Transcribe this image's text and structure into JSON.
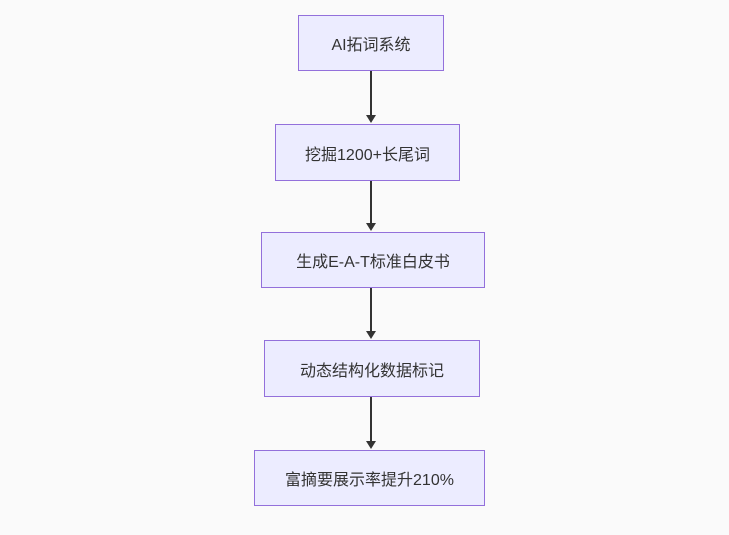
{
  "flowchart": {
    "type": "vertical-flow",
    "nodes": [
      {
        "id": "A",
        "label": "AI拓词系统"
      },
      {
        "id": "B",
        "label": "挖掘1200+长尾词"
      },
      {
        "id": "C",
        "label": "生成E-A-T标准白皮书"
      },
      {
        "id": "D",
        "label": "动态结构化数据标记"
      },
      {
        "id": "E",
        "label": "富摘要展示率提升210%"
      }
    ],
    "edges": [
      {
        "from": "A",
        "to": "B"
      },
      {
        "from": "B",
        "to": "C"
      },
      {
        "from": "C",
        "to": "D"
      },
      {
        "from": "D",
        "to": "E"
      }
    ],
    "colors": {
      "node_fill": "#ECECFF",
      "node_border": "#9370DB",
      "arrow": "#333333",
      "text": "#333333",
      "background": "#fafafa"
    }
  }
}
